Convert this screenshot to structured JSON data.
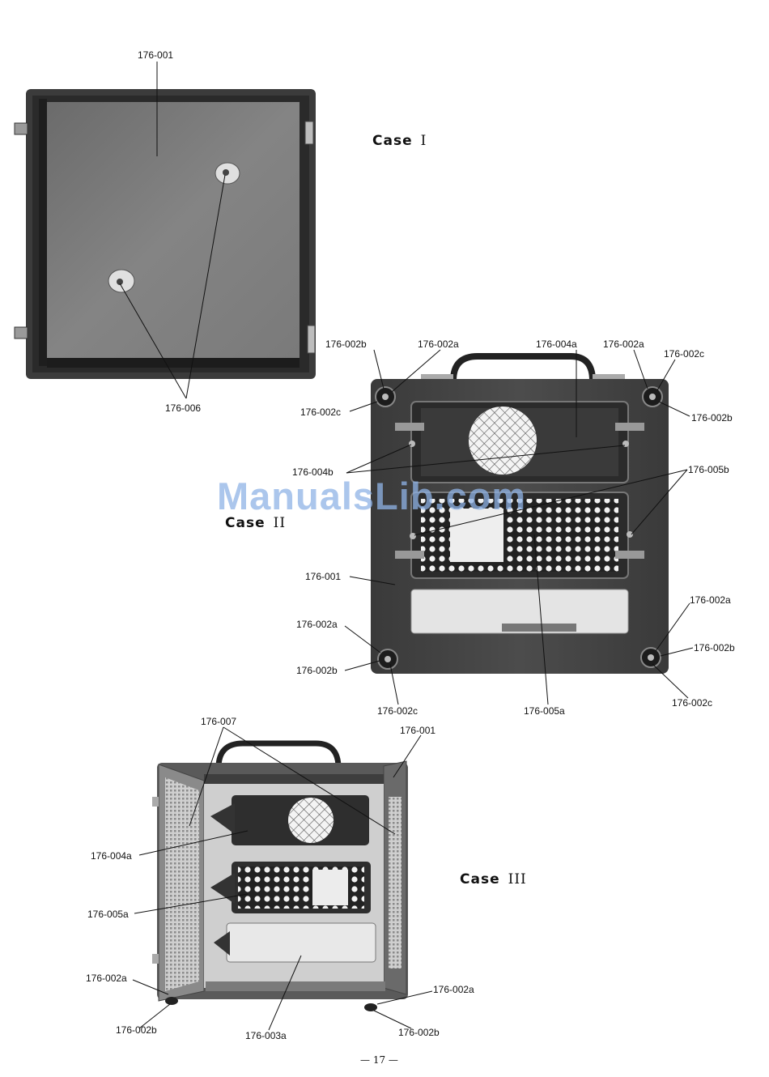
{
  "case_titles": {
    "c1": {
      "label": "Case",
      "numeral": "I"
    },
    "c2": {
      "label": "Case",
      "numeral": "II"
    },
    "c3": {
      "label": "Case",
      "numeral": "III"
    }
  },
  "labels": {
    "p1_001": "176-001",
    "p1_006": "176-006",
    "p2_002b_tl": "176-002b",
    "p2_002a_tl": "176-002a",
    "p2_004a": "176-004a",
    "p2_002a_tr": "176-002a",
    "p2_002c_tr": "176-002c",
    "p2_002c_tl": "176-002c",
    "p2_002b_tr": "176-002b",
    "p2_004b": "176-004b",
    "p2_005b": "176-005b",
    "p2_001": "176-001",
    "p2_002a_br": "176-002a",
    "p2_002a_bl": "176-002a",
    "p2_002b_br": "176-002b",
    "p2_002b_bl": "176-002b",
    "p2_002c_bl": "176-002c",
    "p2_005a": "176-005a",
    "p2_002c_br": "176-002c",
    "p3_007": "176-007",
    "p3_001": "176-001",
    "p3_004a": "176-004a",
    "p3_005a": "176-005a",
    "p3_002a_l": "176-002a",
    "p3_002a_r": "176-002a",
    "p3_002b_l": "176-002b",
    "p3_003a": "176-003a",
    "p3_002b_r": "176-002b"
  },
  "watermark": "ManualsLib.com",
  "footer": {
    "page_number": "— 17 —"
  }
}
